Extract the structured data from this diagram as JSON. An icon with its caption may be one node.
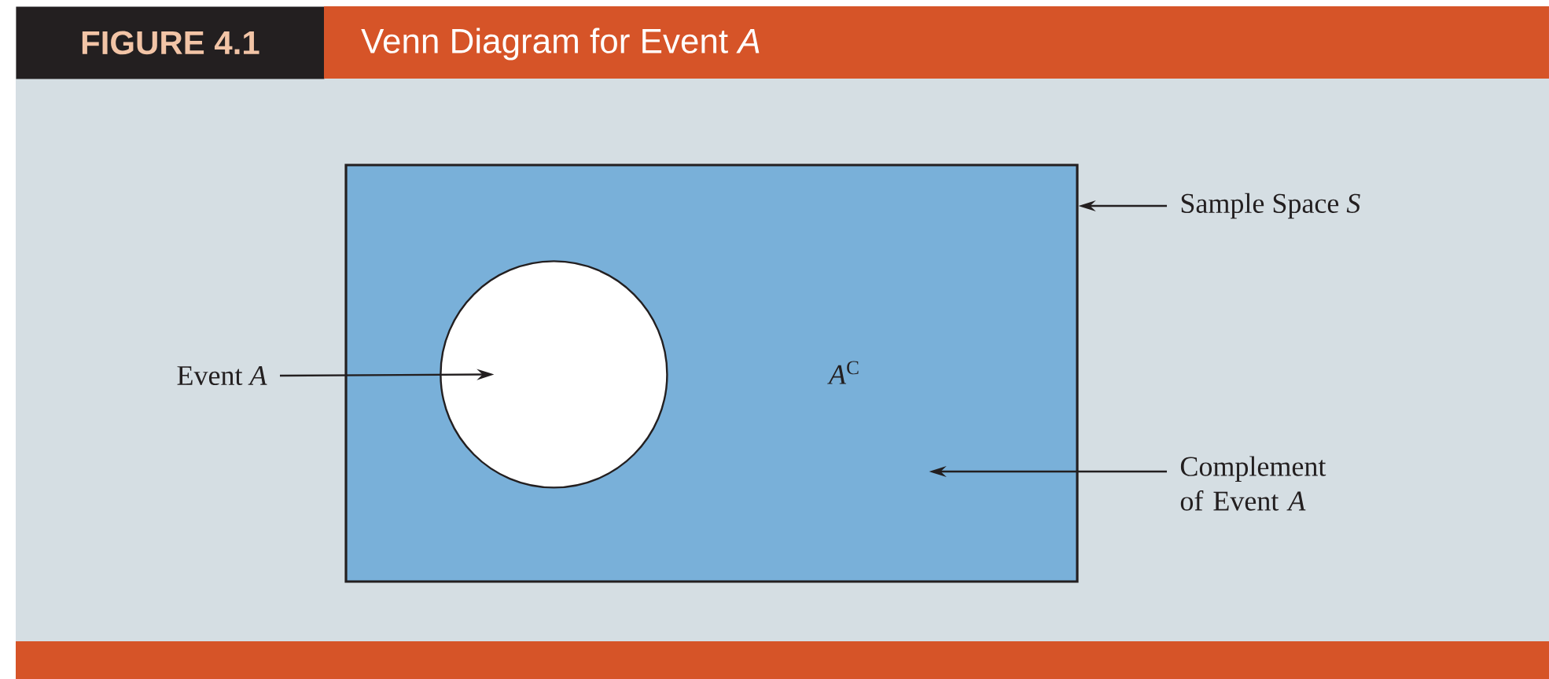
{
  "diagram": {
    "title": "Venn Diagram for Event *A*",
    "nodes": [
      {
        "text": [],
        "shape": "box"
      },
      {
        "text": [],
        "shape": "circle",
        "in": 0
      },
      {
        "text": [
          "Sample Space *S*"
        ]
      },
      {
        "text": [
          "Event *A*"
        ]
      },
      {
        "text": [
          "Complement of Event *A*"
        ]
      }
    ],
    "edges": [
      {
        "from": 2,
        "to": 0,
        "arrow": "to"
      },
      {
        "from": 3,
        "to": 1,
        "arrow": "to"
      },
      {
        "from": 4,
        "to": 0,
        "arrow": "to"
      }
    ],
    "labels": [
      "FIGURE 4.1",
      "*A*$^{C}$"
    ]
  }
}
